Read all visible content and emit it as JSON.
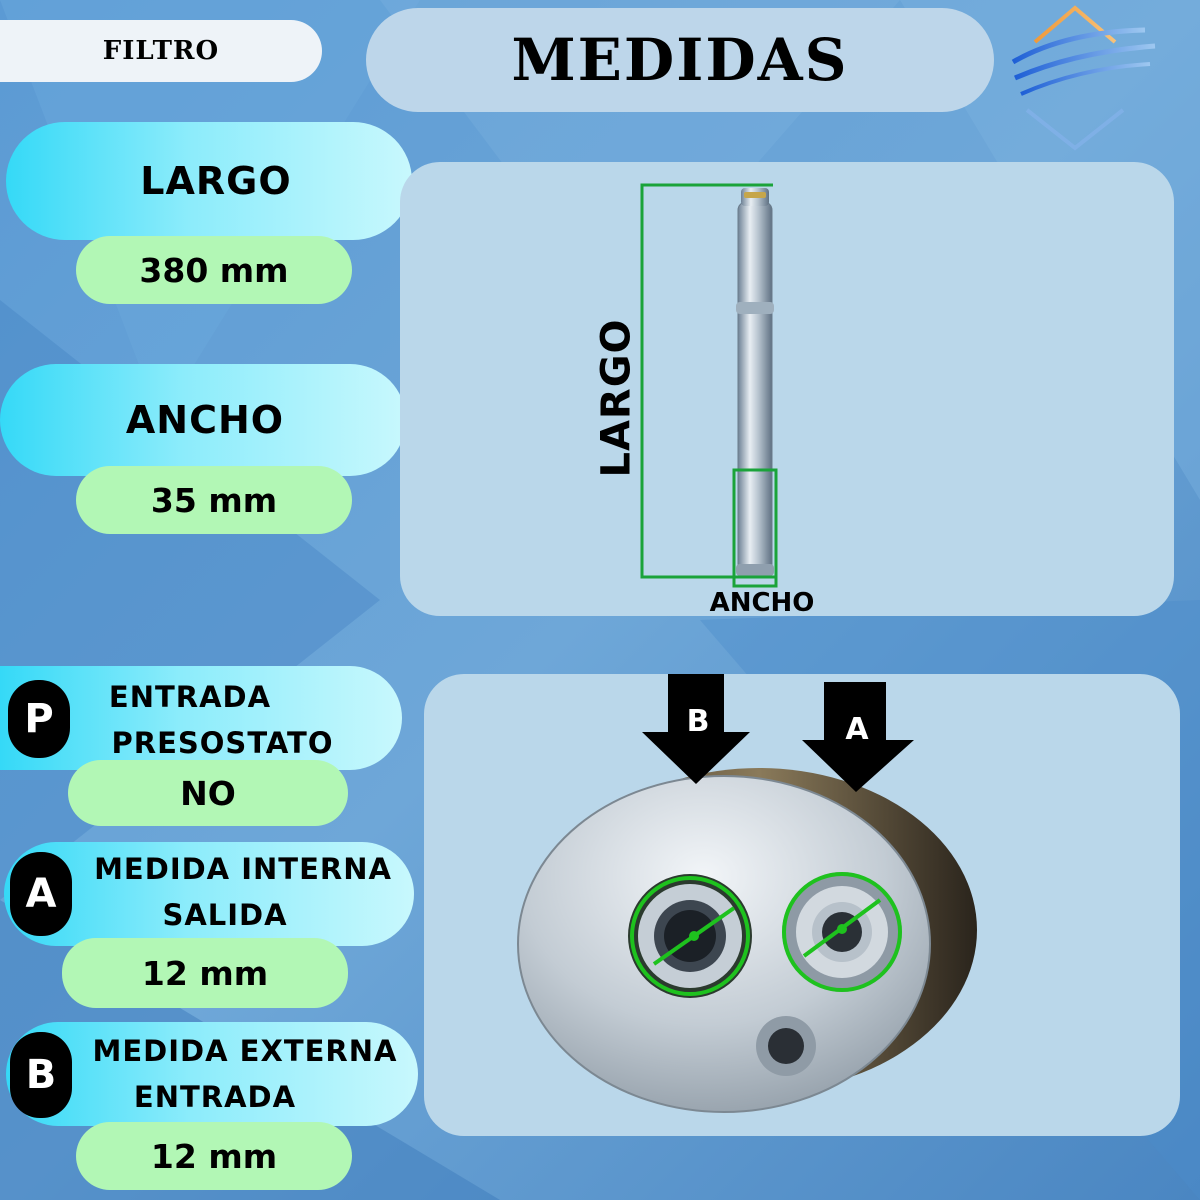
{
  "header": {
    "category": "FILTRO",
    "title": "MEDIDAS"
  },
  "logo": {
    "icon": "wave-diamond-logo-icon"
  },
  "specs": {
    "largo": {
      "label": "LARGO",
      "value": "380 mm"
    },
    "ancho": {
      "label": "ANCHO",
      "value": "35 mm"
    },
    "presostato": {
      "badge": "P",
      "label_line1": "ENTRADA",
      "label_line2": "PRESOSTATO",
      "value": "NO"
    },
    "medida_interna": {
      "badge": "A",
      "label_line1": "MEDIDA INTERNA",
      "label_line2": "SALIDA",
      "value": "12 mm"
    },
    "medida_externa": {
      "badge": "B",
      "label_line1": "MEDIDA EXTERNA",
      "label_line2": "ENTRADA",
      "value": "12 mm"
    }
  },
  "diagram_top": {
    "vertical_label": "LARGO",
    "bottom_label": "ANCHO",
    "dimension_color": "#1aa33a"
  },
  "diagram_bottom": {
    "arrow_left_letter": "B",
    "arrow_right_letter": "A",
    "ring_color": "#1ec21e"
  },
  "colors": {
    "background": "#4f8fc9",
    "panel": "#bad7ea",
    "green_pill": "#b2f7b5",
    "cyan_pill": "#35d9f7"
  }
}
